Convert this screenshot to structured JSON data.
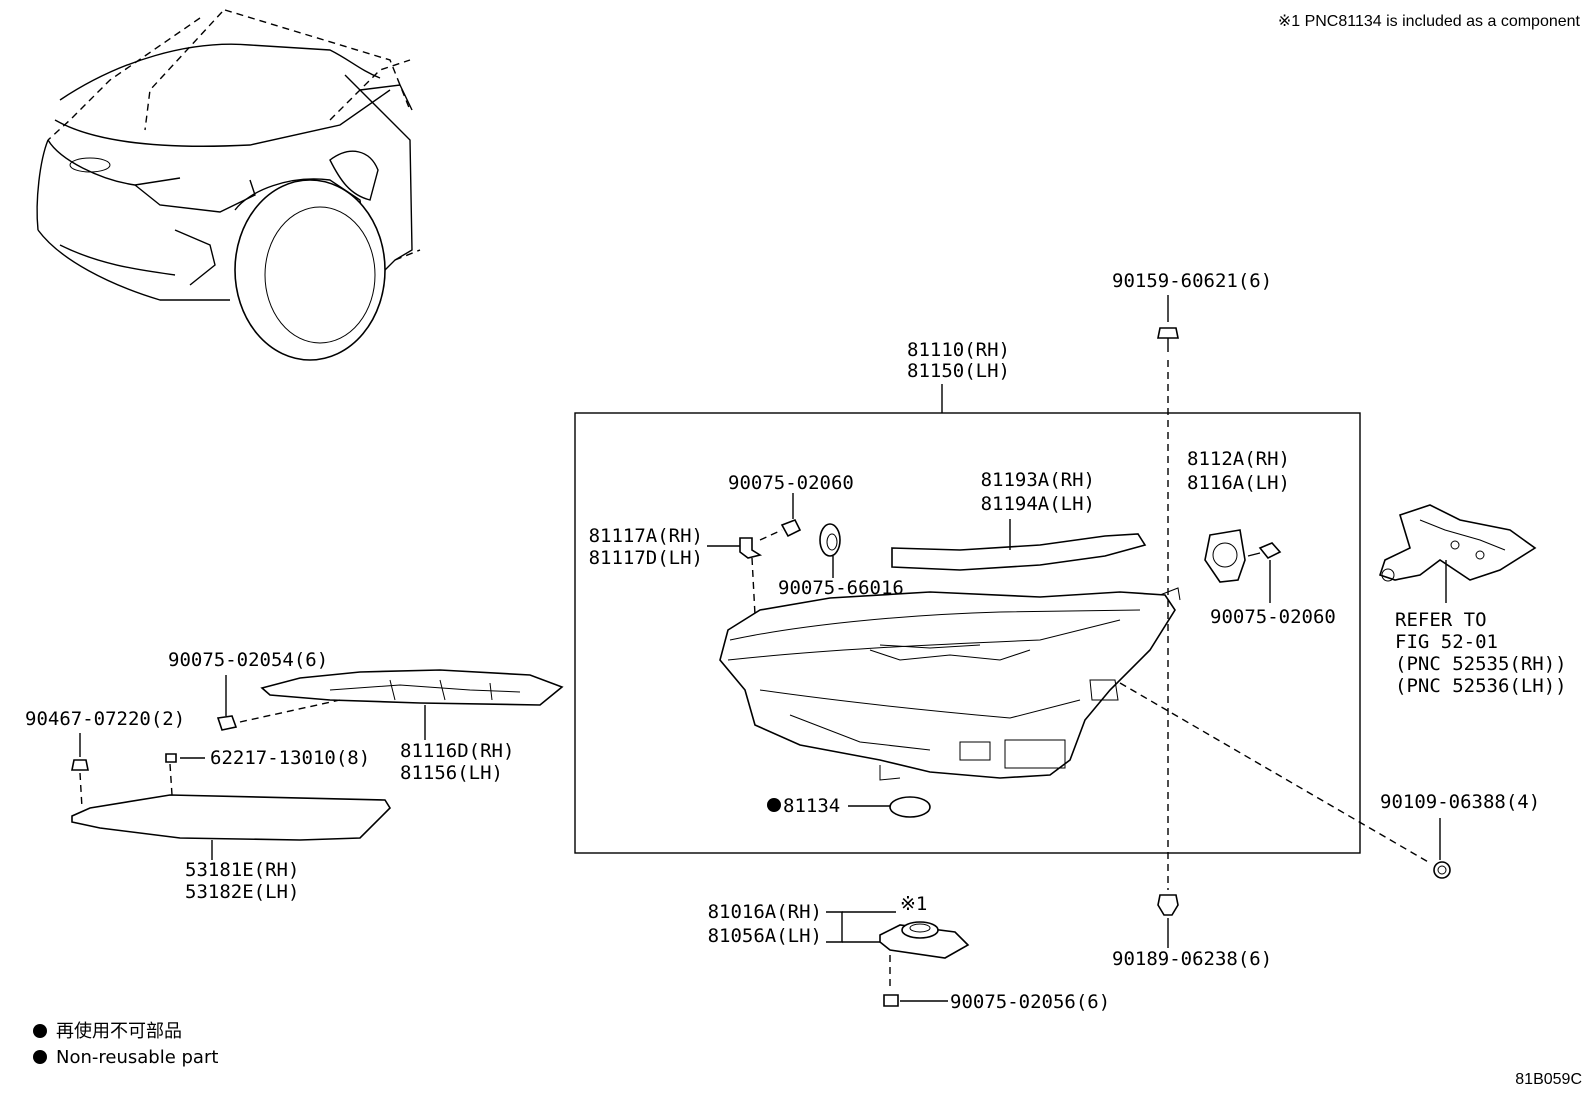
{
  "header_note": "※1 PNC81134 is included as a component",
  "diagram_code": "81B059C",
  "legend": {
    "jp": "再使用不可部品",
    "en": "Non-reusable part"
  },
  "callouts": {
    "headlamp_assy": [
      "81110(RH)",
      "81150(LH)"
    ],
    "bolt_top": "90159-60621(6)",
    "bolt_bottom": "90189-06238(6)",
    "cover_81193": [
      "81193A(RH)",
      "81194A(LH)"
    ],
    "unit_8112": [
      "8112A(RH)",
      "8116A(LH)"
    ],
    "screw_right": "90075-02060",
    "screw_bracket": "90075-02060",
    "bracket_81117": [
      "81117A(RH)",
      "81117D(LH)"
    ],
    "cap_66016": "90075-66016",
    "gasket_label": "81134",
    "refer": [
      "REFER TO",
      "FIG 52-01",
      "(PNC 52535(RH))",
      "(PNC 52536(LH))"
    ],
    "screw_06388": "90109-06388(4)",
    "cover_81116": [
      "81116D(RH)",
      "81156(LH)"
    ],
    "screw_02054": "90075-02054(6)",
    "clip_07220": "90467-07220(2)",
    "clip_13010": "62217-13010(8)",
    "seal_53181": [
      "53181E(RH)",
      "53182E(LH)"
    ],
    "computer_81016": [
      "81016A(RH)",
      "81056A(LH)"
    ],
    "ref_mark_1": "※1",
    "screw_02056": "90075-02056(6)"
  }
}
